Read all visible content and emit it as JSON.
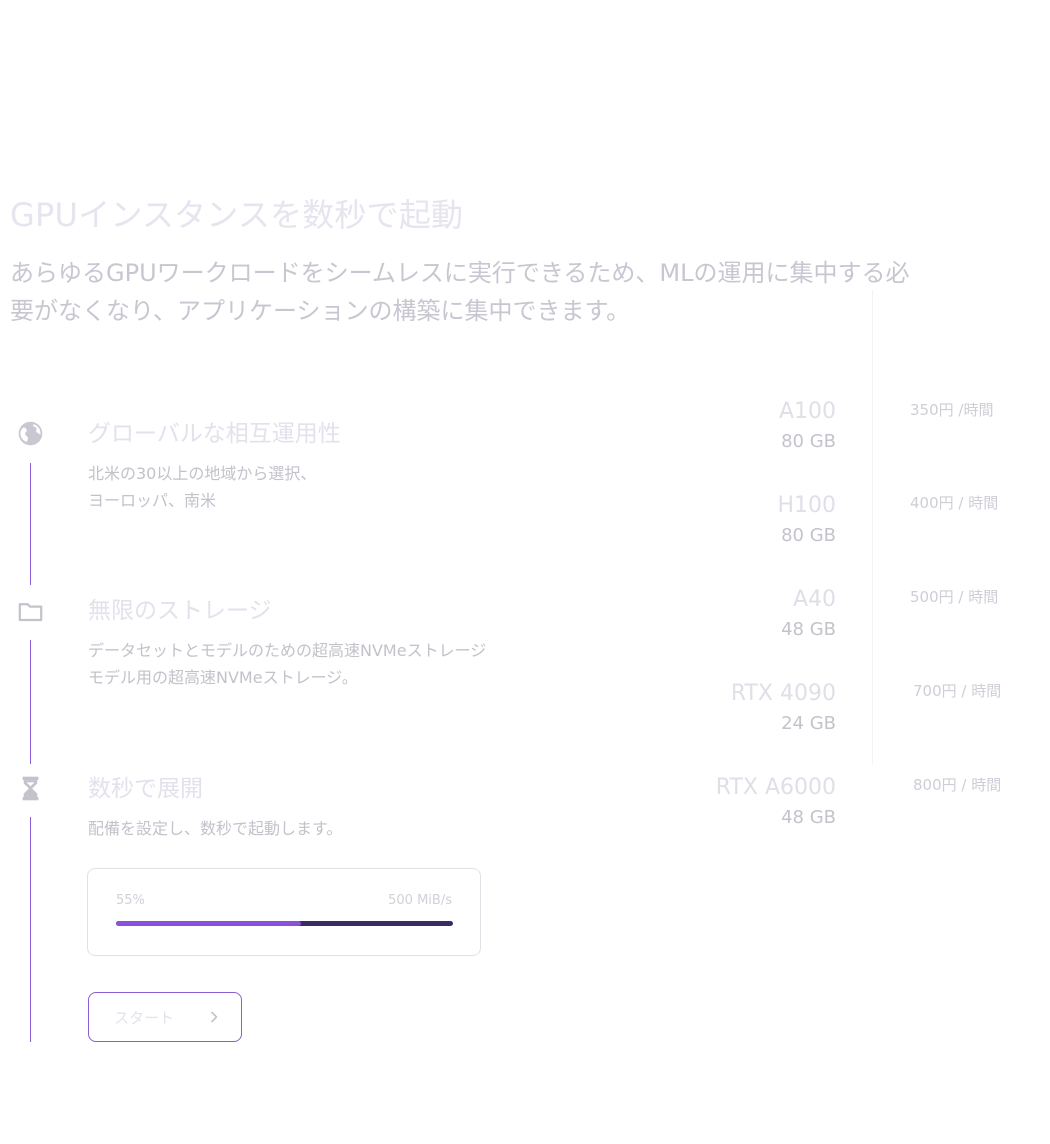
{
  "hero": {
    "title": "GPUインスタンスを数秒で起動",
    "subtitle_line1": " あらゆるGPUワークロードをシームレスに実行できるため、MLの運用に集中する必",
    "subtitle_line2": "要がなくなり、アプリケーションの構築に集中できます。"
  },
  "features": [
    {
      "icon": "globe-icon",
      "title": " グローバルな相互運用性",
      "desc_line1": "北米の30以上の地域から選択、",
      "desc_line2": "ヨーロッパ、南米"
    },
    {
      "icon": "folder-icon",
      "title": "無限のストレージ",
      "desc_line1": "データセットとモデルのための超高速NVMeストレージ",
      "desc_line2": "モデル用の超高速NVMeストレージ。"
    },
    {
      "icon": "hourglass-icon",
      "title": "数秒で展開",
      "desc_line1": "配備を設定し、数秒で起動します。"
    }
  ],
  "progress": {
    "percent_label": "55%",
    "percent": 55,
    "speed": "500 MiB/s"
  },
  "start_button": {
    "label": "スタート"
  },
  "gpus": [
    {
      "name": "A100",
      "memory": "80 GB",
      "price": "350円 /時間"
    },
    {
      "name": "H100",
      "memory": "80 GB",
      "price": "400円 / 時間"
    },
    {
      "name": "A40",
      "memory": "48 GB",
      "price": "500円 / 時間"
    },
    {
      "name": "RTX 4090",
      "memory": "24 GB",
      "price": "700円 / 時間"
    },
    {
      "name": "RTX A6000",
      "memory": "48 GB",
      "price": "800円 / 時間"
    }
  ],
  "colors": {
    "accent": "#8a5cd8",
    "progress_fill": "#8a52dc",
    "progress_track": "#3b2a63"
  }
}
